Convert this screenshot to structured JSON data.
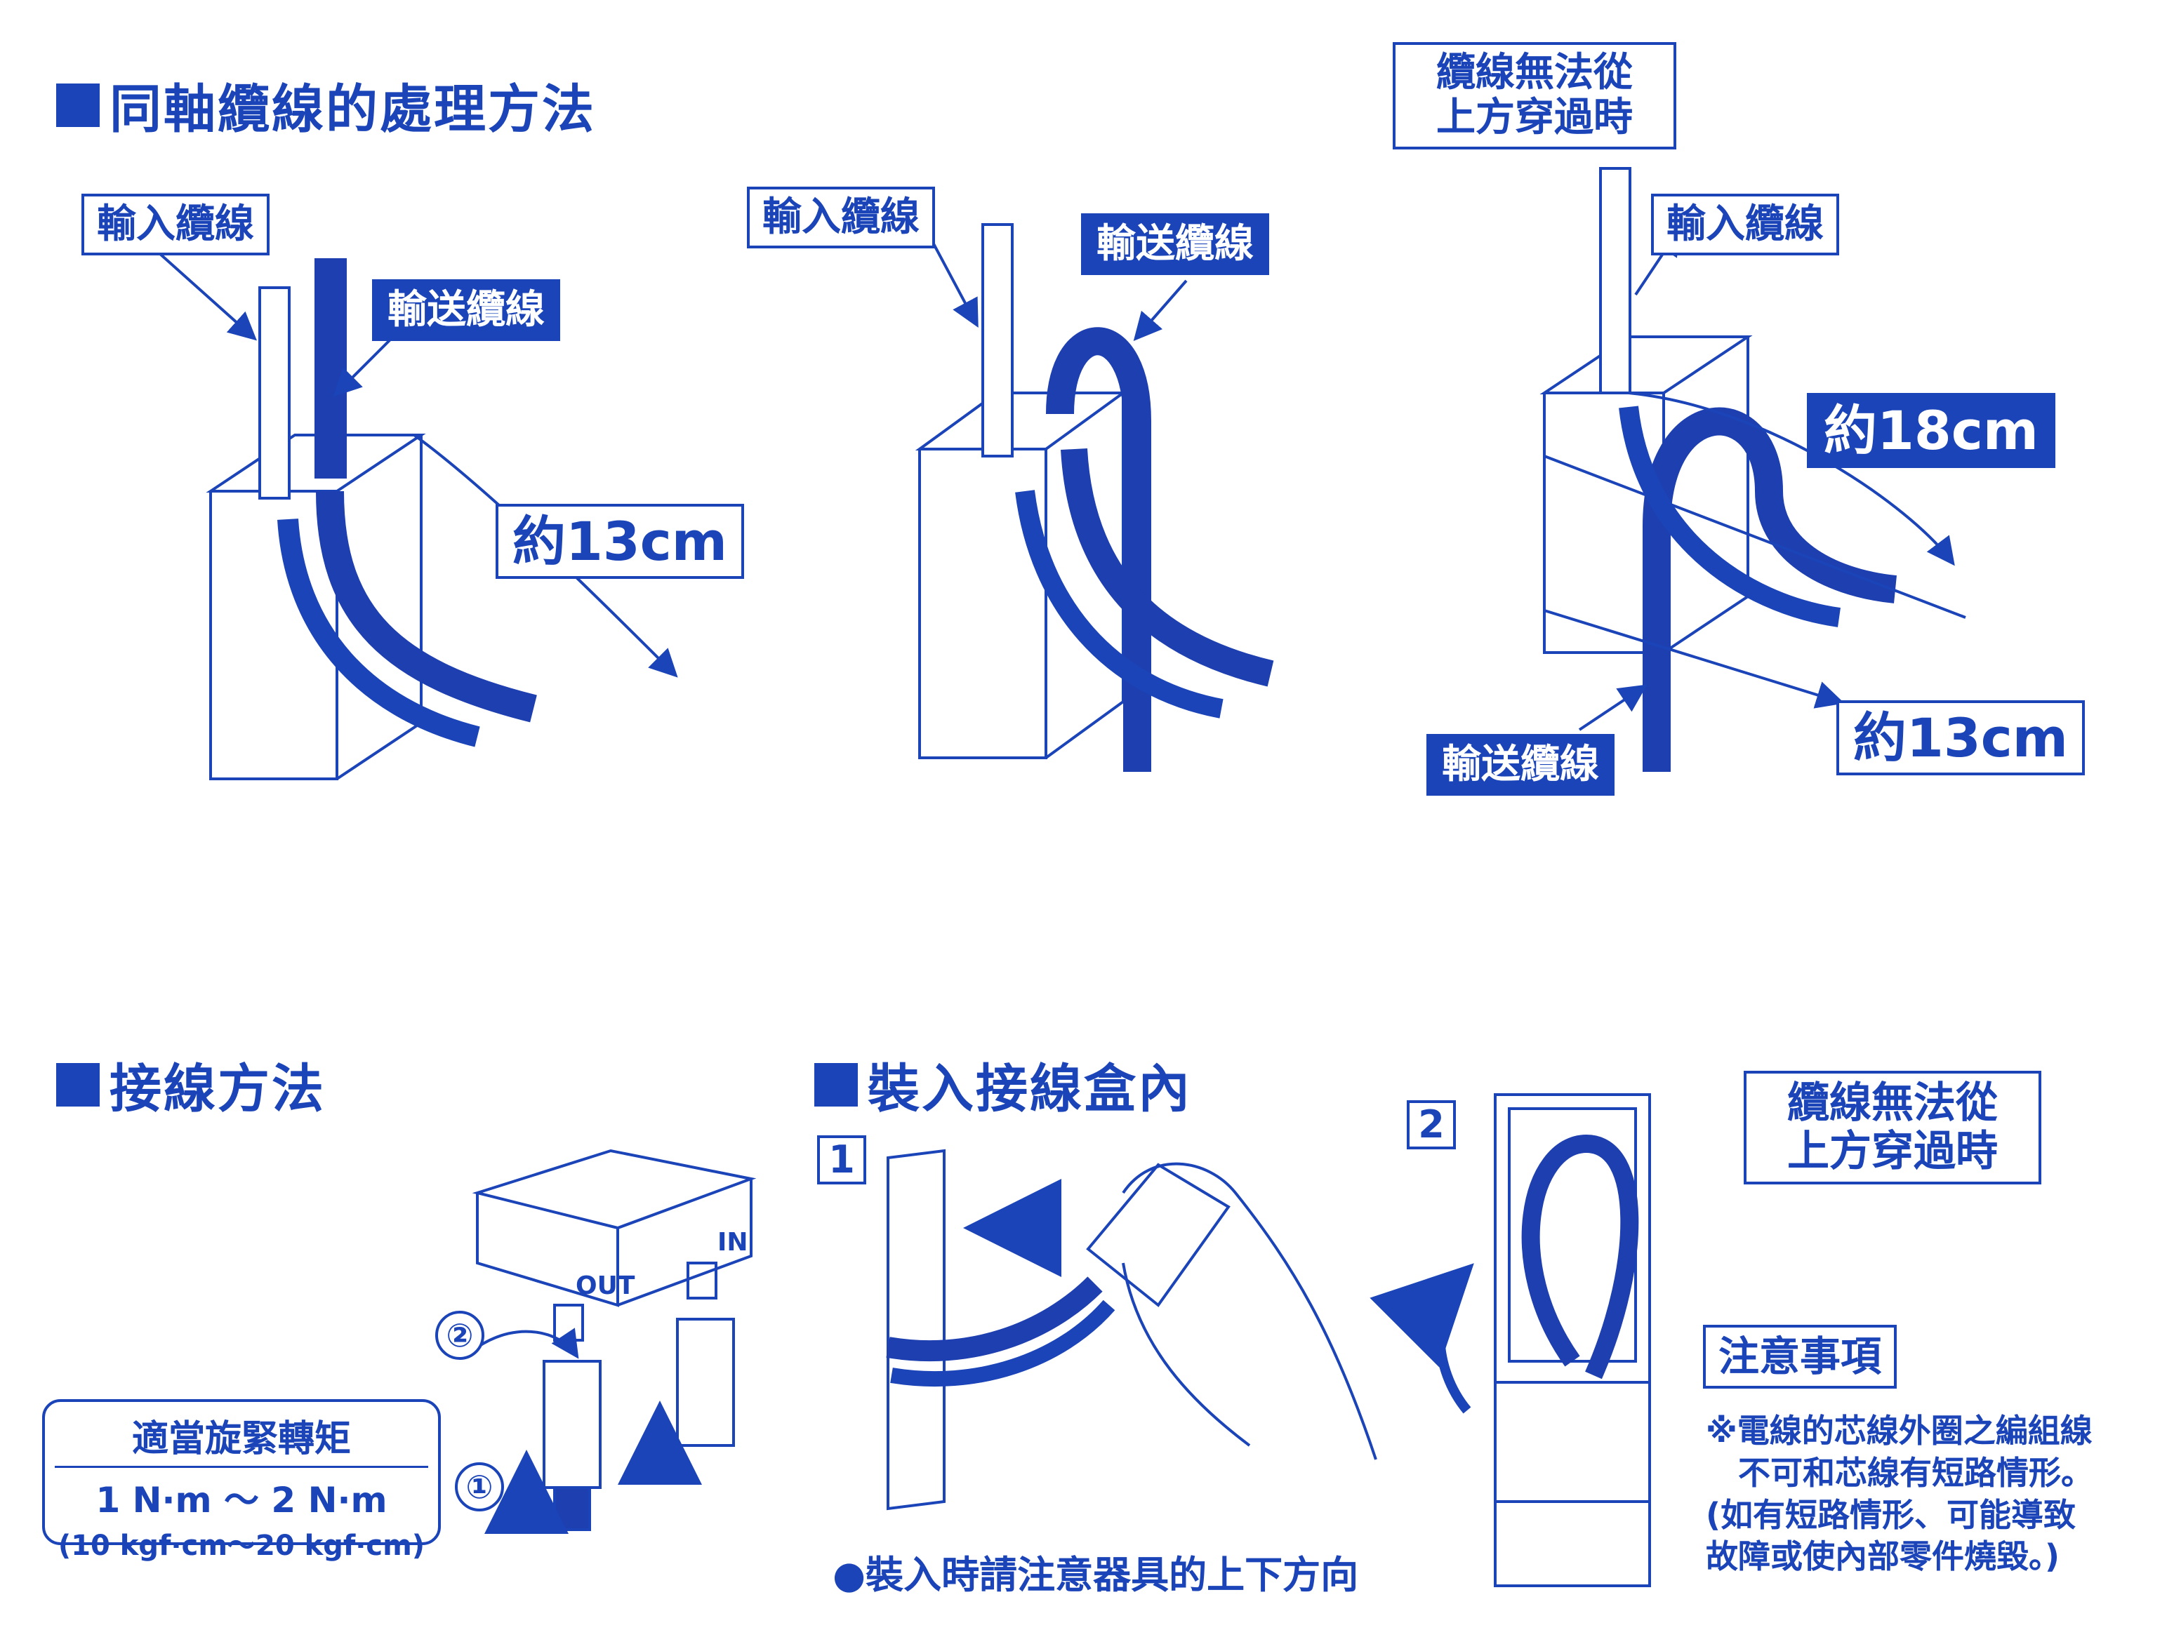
{
  "colors": {
    "ink": "#1a44b8",
    "cable": "#1e3fb0",
    "paper": "#ffffff"
  },
  "section1": {
    "title": "同軸纜線的處理方法",
    "fig1": {
      "input_label": "輸入纜線",
      "output_label": "輸送纜線",
      "length": "約13cm"
    },
    "fig2": {
      "input_label": "輸入纜線",
      "output_label": "輸送纜線"
    },
    "fig3": {
      "note": "纜線無法從\n上方穿過時",
      "input_label": "輸入纜線",
      "length_loop": "約18cm",
      "output_label": "輸送纜線",
      "length": "約13cm"
    }
  },
  "section2": {
    "title": "接線方法",
    "torque": {
      "title": "適當旋緊轉矩",
      "value": "1 N·m ～ 2 N·m",
      "value_alt": "(10 kgf·cm～20 kgf·cm)"
    },
    "steps": [
      "①",
      "②"
    ],
    "port_out": "OUT",
    "port_in": "IN"
  },
  "section3": {
    "title": "裝入接線盒內",
    "step1": "1",
    "step2": "2",
    "note": "纜線無法從\n上方穿過時",
    "caution_title": "注意事項",
    "caution_text": "※電線的芯線外圈之編組線\n　不可和芯線有短路情形。\n(如有短路情形、可能導致\n故障或使內部零件燒毀。)",
    "direction_note": "●裝入時請注意器具的上下方向"
  }
}
